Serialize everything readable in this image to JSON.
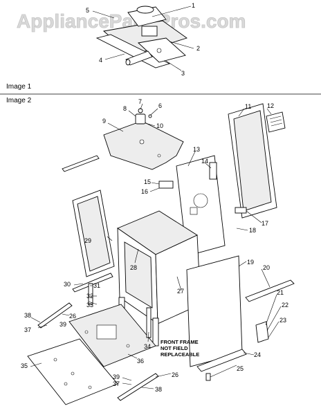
{
  "watermark": "AppliancePartsPros.com",
  "image1_label": "Image 1",
  "image2_label": "Image 2",
  "frame_note": [
    "FRONT FRAME",
    "NOT FIELD",
    "REPLACEABLE"
  ],
  "callouts": {
    "c1": "1",
    "c2": "2",
    "c3": "3",
    "c4": "4",
    "c5": "5",
    "c6": "6",
    "c7": "7",
    "c8": "8",
    "c9": "9",
    "c10": "10",
    "c11": "11",
    "c12": "12",
    "c13": "13",
    "c14": "14",
    "c15": "15",
    "c16": "16",
    "c17": "17",
    "c18": "18",
    "c19": "19",
    "c20": "20",
    "c21": "21",
    "c22": "22",
    "c23": "23",
    "c24": "24",
    "c25": "25",
    "c26a": "26",
    "c26b": "26",
    "c27": "27",
    "c28": "28",
    "c29": "29",
    "c30": "30",
    "c31": "31",
    "c32": "32",
    "c33": "33",
    "c34": "34",
    "c35": "35",
    "c36": "36",
    "c37a": "37",
    "c37b": "37",
    "c38a": "38",
    "c38b": "38",
    "c39a": "39",
    "c39b": "39"
  }
}
